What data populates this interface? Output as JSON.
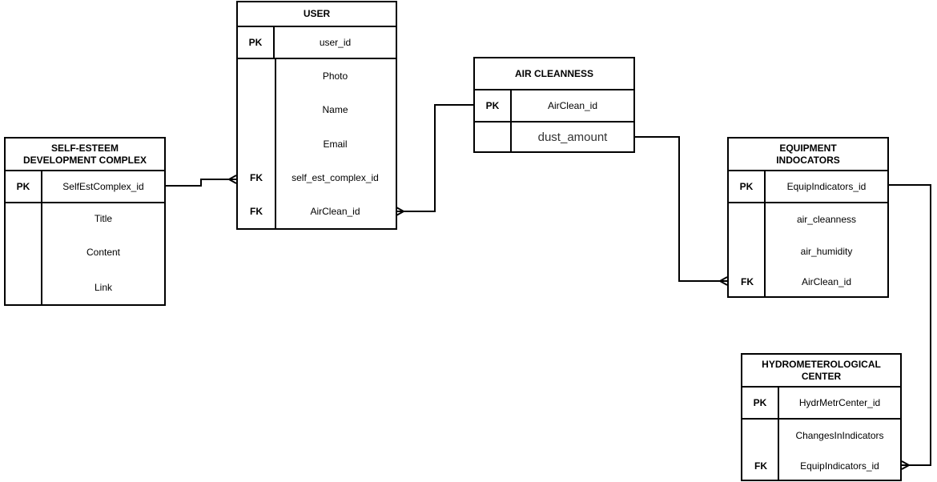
{
  "entities": {
    "user": {
      "title": "USER",
      "pk": {
        "key": "PK",
        "field": "user_id"
      },
      "attrs": [
        {
          "key": "",
          "field": "Photo"
        },
        {
          "key": "",
          "field": "Name"
        },
        {
          "key": "",
          "field": "Email"
        },
        {
          "key": "FK",
          "field": "self_est_complex_id"
        },
        {
          "key": "FK",
          "field": "AirClean_id"
        }
      ]
    },
    "air_cleanness": {
      "title": "AIR CLEANNESS",
      "pk": {
        "key": "PK",
        "field": "AirClean_id"
      },
      "attrs": [
        {
          "key": "",
          "field": "dust_amount"
        }
      ]
    },
    "self_esteem": {
      "title": "SELF-ESTEEM\nDEVELOPMENT COMPLEX",
      "pk": {
        "key": "PK",
        "field": "SelfEstComplex_id"
      },
      "attrs": [
        {
          "key": "",
          "field": "Title"
        },
        {
          "key": "",
          "field": "Content"
        },
        {
          "key": "",
          "field": "Link"
        }
      ]
    },
    "equipment": {
      "title": "EQUIPMENT\nINDOCATORS",
      "pk": {
        "key": "PK",
        "field": "EquipIndicators_id"
      },
      "attrs": [
        {
          "key": "",
          "field": "air_cleanness"
        },
        {
          "key": "",
          "field": "air_humidity"
        },
        {
          "key": "FK",
          "field": "AirClean_id"
        }
      ]
    },
    "hydro": {
      "title": "HYDROMETEROLOGICAL\nCENTER",
      "pk": {
        "key": "PK",
        "field": "HydrMetrCenter_id"
      },
      "attrs": [
        {
          "key": "",
          "field": "ChangesInIndicators"
        },
        {
          "key": "FK",
          "field": "EquipIndicators_id"
        }
      ]
    }
  }
}
